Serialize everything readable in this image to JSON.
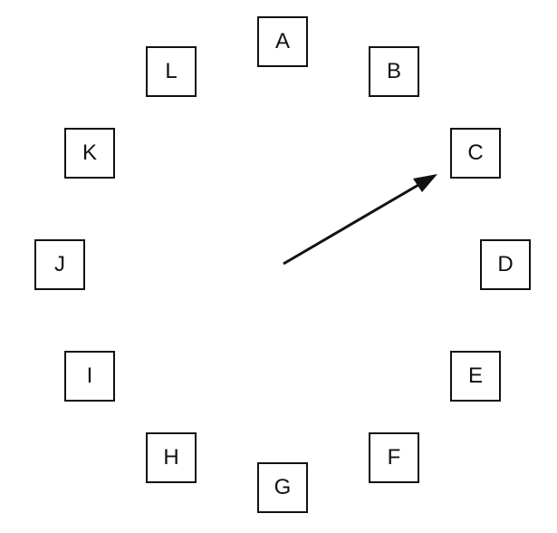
{
  "nodes": [
    {
      "id": "a",
      "label": "A"
    },
    {
      "id": "b",
      "label": "B"
    },
    {
      "id": "c",
      "label": "C"
    },
    {
      "id": "d",
      "label": "D"
    },
    {
      "id": "e",
      "label": "E"
    },
    {
      "id": "f",
      "label": "F"
    },
    {
      "id": "g",
      "label": "G"
    },
    {
      "id": "h",
      "label": "H"
    },
    {
      "id": "i",
      "label": "I"
    },
    {
      "id": "j",
      "label": "J"
    },
    {
      "id": "k",
      "label": "K"
    },
    {
      "id": "l",
      "label": "L"
    }
  ],
  "pointer": {
    "target": "C",
    "color": "#111111"
  }
}
